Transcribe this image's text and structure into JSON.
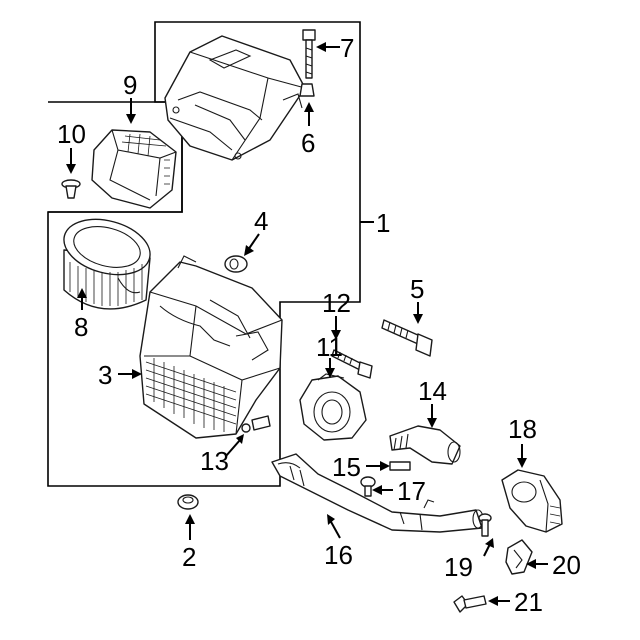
{
  "diagram": {
    "callouts": {
      "c1": "1",
      "c2": "2",
      "c3": "3",
      "c4": "4",
      "c5": "5",
      "c6": "6",
      "c7": "7",
      "c8": "8",
      "c9": "9",
      "c10": "10",
      "c11": "11",
      "c12": "12",
      "c13": "13",
      "c14": "14",
      "c15": "15",
      "c16": "16",
      "c17": "17",
      "c18": "18",
      "c19": "19",
      "c20": "20",
      "c21": "21"
    },
    "colors": {
      "line": "#1a1a1a",
      "background": "#ffffff"
    }
  }
}
